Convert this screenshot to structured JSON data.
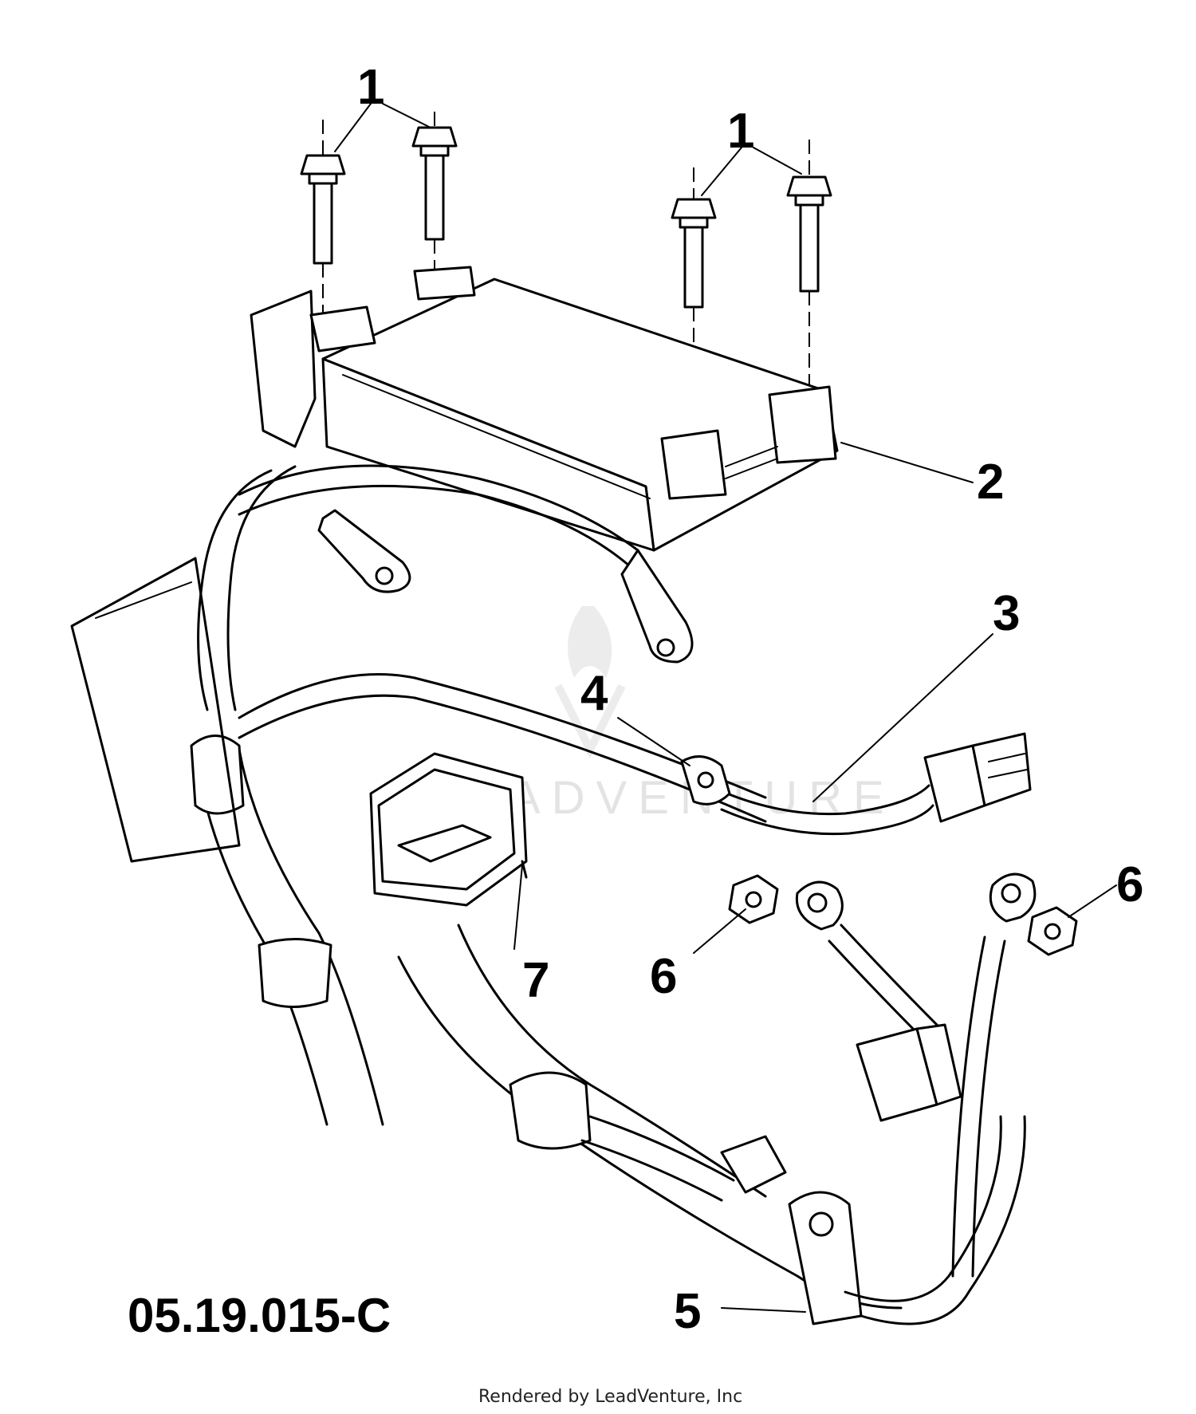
{
  "diagram": {
    "figure_code": "05.19.015-C",
    "credit": "Rendered by LeadVenture, Inc",
    "watermark": "LEADVENTURE",
    "callouts": [
      "1",
      "1",
      "2",
      "3",
      "4",
      "5",
      "6",
      "6",
      "7"
    ]
  }
}
